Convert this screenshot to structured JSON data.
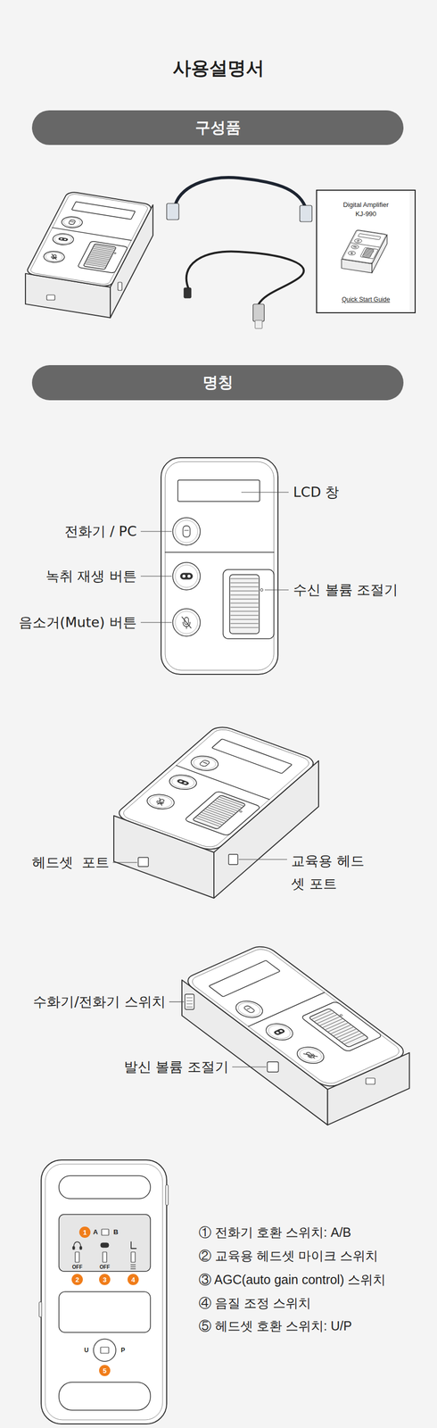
{
  "diagram": {
    "title": "사용설명서",
    "nodes": [
      {
        "text": [
          "구성품"
        ]
      },
      {
        "text": [
          "Digital Amplifier",
          "KJ-990",
          "Quick Start Guide"
        ]
      },
      {
        "text": [
          "명칭"
        ]
      },
      {
        "text": [
          "1"
        ]
      },
      {
        "text": [
          "2"
        ]
      },
      {
        "text": [
          "3"
        ]
      },
      {
        "text": [
          "4"
        ]
      },
      {
        "text": [
          "5"
        ]
      }
    ],
    "labels": [
      "LCD 창",
      "전화기 / PC",
      "녹취 재생 버튼",
      "수신 볼륨 조절기",
      "음소거(Mute) 버튼",
      "헤드셋  포트",
      "교육용 헤드셋 포트",
      "수화기/전화기 스위치",
      "발신 볼륨 조절기",
      "A",
      "B",
      "OFF",
      "OFF",
      "U",
      "P",
      "① 전화기 호환 스위치: A/B",
      "② 교육용 헤드셋 마이크 스위치",
      "③ AGC(auto gain control) 스위치",
      "④ 음질 조정 스위치",
      "⑤ 헤드셋 호환 스위치: U/P"
    ]
  }
}
